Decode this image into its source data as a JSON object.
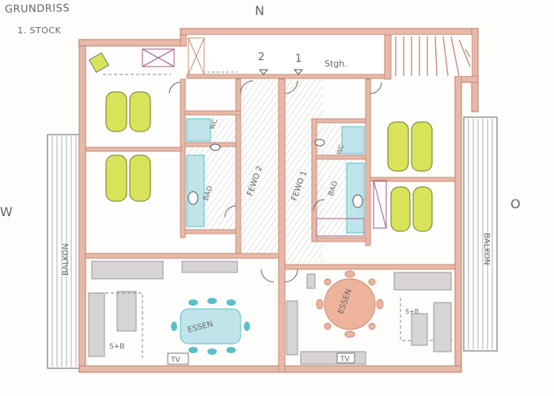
{
  "title": "GRUNDRISS",
  "subtitle": "1. STOCK",
  "compass": {
    "north": "N",
    "west": "W",
    "east": "O"
  },
  "rooms": {
    "stairs": "Stgh.",
    "door_1": "1",
    "door_2": "2",
    "hall_1": "FEWO 1",
    "hall_2": "FEWO 2",
    "bath_left": "BAD",
    "bath_right": "BAD",
    "wc_left": "WC",
    "wc_right": "WC",
    "dining_left": "ESSEN",
    "dining_right": "ESSEN",
    "balcony_left": "BALKON",
    "balcony_right": "BALKON",
    "tv_left": "TV",
    "tv_right": "TV",
    "sofa_left": "S+B",
    "sofa_right": "S+B"
  },
  "colors": {
    "wall": "#c98a7a",
    "wall_fill": "#e7b9a8",
    "bed": "#d9e35a",
    "table_blue": "#bfe4ea",
    "table_peach": "#eeb49b",
    "chair_teal": "#5bbfca",
    "floor_grey": "#d7d3d6"
  }
}
